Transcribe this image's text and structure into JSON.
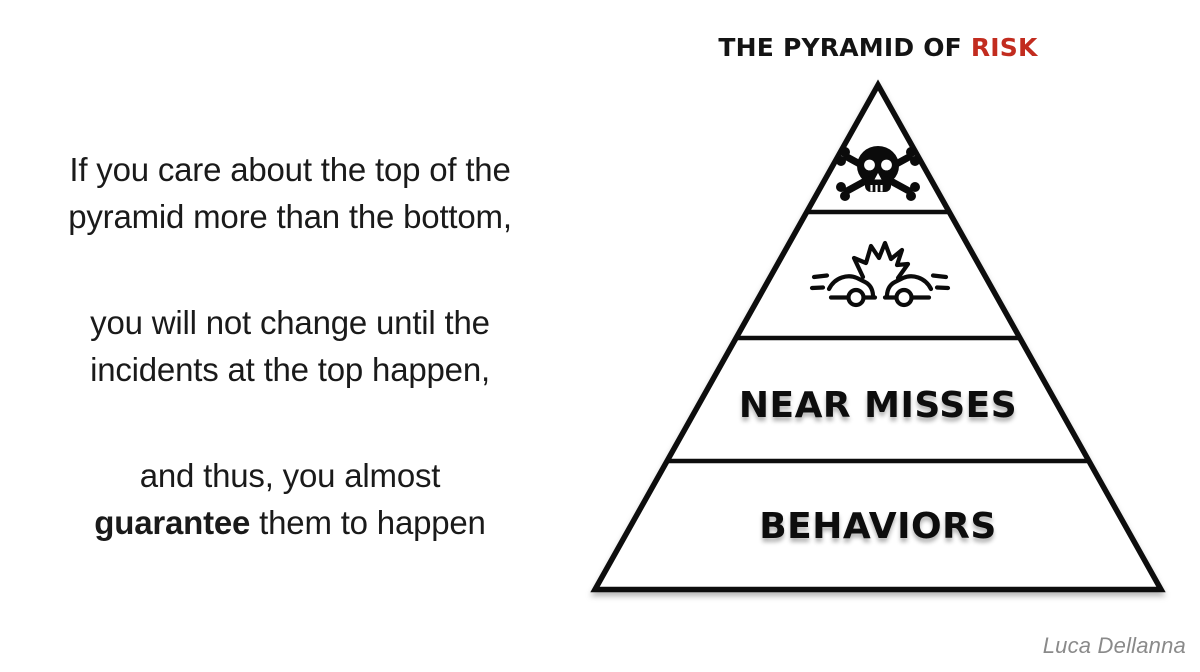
{
  "title": {
    "prefix": "THE PYRAMID OF",
    "highlight": "RISK"
  },
  "quote": {
    "p1_line1": "If you care about the top of the",
    "p1_line2": "pyramid more than the bottom,",
    "p2_line1": "you will not change until the",
    "p2_line2": "incidents at the top happen,",
    "p3_line1": "and thus, you almost",
    "p3_bold": "guarantee",
    "p3_after": "them to happen"
  },
  "pyramid": {
    "tiers": [
      {
        "icon": "skull-crossbones",
        "label": ""
      },
      {
        "icon": "car-crash",
        "label": ""
      },
      {
        "icon": "",
        "label": "NEAR MISSES"
      },
      {
        "icon": "",
        "label": "BEHAVIORS"
      }
    ]
  },
  "signature": "Luca Dellanna",
  "colors": {
    "accent_red": "#c22c1f",
    "ink": "#0d0d0d",
    "signature_gray": "#8a8a8a"
  }
}
